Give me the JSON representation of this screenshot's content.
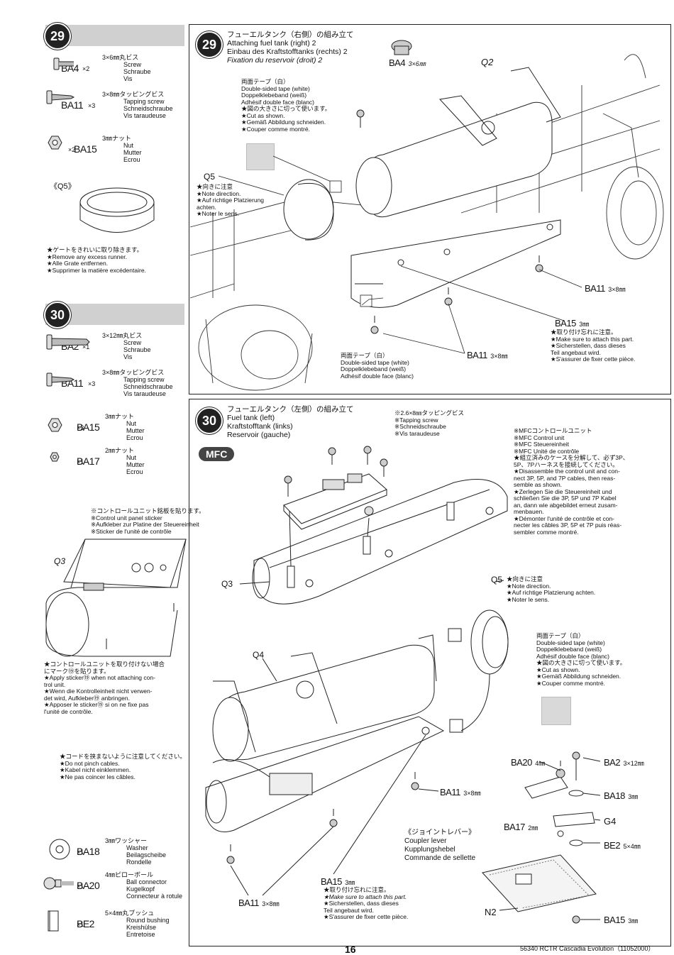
{
  "page": {
    "number": "16",
    "footer": "56340 RCTR Cascadia Evolution（11052000）"
  },
  "left29": {
    "step": "29",
    "parts": [
      {
        "code": "BA4",
        "qty": "×2",
        "spec": "3×6㎜丸ビス",
        "names": [
          "Screw",
          "Schraube",
          "Vis"
        ],
        "icon": "screw-short-icon"
      },
      {
        "code": "BA11",
        "qty": "×3",
        "spec": "3×8㎜タッピングビス",
        "names": [
          "Tapping screw",
          "Schneidschraube",
          "Vis taraudeuse"
        ],
        "icon": "tapping-screw-icon"
      },
      {
        "code": "BA15",
        "qty": "×2",
        "spec": "3㎜ナット",
        "names": [
          "Nut",
          "Mutter",
          "Ecrou"
        ],
        "icon": "nut-icon"
      }
    ],
    "q5_label": "《Q5》",
    "q5_note": [
      "★ゲートをきれいに取り除きます。",
      "★Remove any excess runner.",
      "★Alle Grate entfernen.",
      "★Supprimer la matière excédentaire."
    ]
  },
  "left30": {
    "step": "30",
    "parts": [
      {
        "code": "BA2",
        "qty": "×1",
        "spec": "3×12㎜丸ビス",
        "names": [
          "Screw",
          "Schraube",
          "Vis"
        ],
        "icon": "screw-long-icon"
      },
      {
        "code": "BA11",
        "qty": "×3",
        "spec": "3×8㎜タッピングビス",
        "names": [
          "Tapping screw",
          "Schneidschraube",
          "Vis taraudeuse"
        ],
        "icon": "tapping-screw-icon"
      },
      {
        "code": "BA15",
        "qty": "×3",
        "spec": "3㎜ナット",
        "names": [
          "Nut",
          "Mutter",
          "Ecrou"
        ],
        "icon": "nut-icon"
      },
      {
        "code": "BA17",
        "qty": "×1",
        "spec": "2㎜ナット",
        "names": [
          "Nut",
          "Mutter",
          "Ecrou"
        ],
        "icon": "small-nut-icon"
      }
    ],
    "sticker_note": [
      "※コントロールユニット銘板を貼ります。",
      "※Control unit panel sticker",
      "※Aufkleber zur Platine der Steuereinheit",
      "※Sticker de l'unité de contrôle"
    ],
    "q3": "Q3",
    "apply_note": [
      "★コントロールユニットを取り付けない場合",
      "にマーク⑲を貼ります。",
      "★Apply sticker⑲ when not attaching con-",
      "trol unit.",
      "★Wenn die Kontrolleinheit nicht verwen-",
      "det wird, Aufkleber⑲ anbringen.",
      "★Apposer le sticker⑲ si on ne fixe pas",
      "l'unité de contrôle."
    ],
    "cable_note": [
      "★コードを挟まないように注意してください。",
      "★Do not pinch cables.",
      "★Kabel nicht einklemmen.",
      "★Ne pas coincer les câbles."
    ],
    "parts2": [
      {
        "code": "BA18",
        "qty": "×1",
        "spec": "3㎜ワッシャー",
        "names": [
          "Washer",
          "Beilagscheibe",
          "Rondelle"
        ],
        "icon": "washer-icon"
      },
      {
        "code": "BA20",
        "qty": "×1",
        "spec": "4㎜ピローボール",
        "names": [
          "Ball connector",
          "Kugelkopf",
          "Connecteur à rotule"
        ],
        "icon": "ball-connector-icon"
      },
      {
        "code": "BE2",
        "qty": "×1",
        "spec": "5×4㎜丸ブッシュ",
        "names": [
          "Round bushing",
          "Kreishülse",
          "Entretoise"
        ],
        "icon": "bushing-icon"
      }
    ]
  },
  "step29": {
    "number": "29",
    "title": [
      "フューエルタンク（右側）の組み立て",
      "Attaching fuel tank (right) 2",
      "Einbau des Kraftstofftanks (rechts) 2"
    ],
    "title_fr": "Fixation du reservoir (droit) 2",
    "tape_note": [
      "両面テープ（白）",
      "Double-sided tape (white)",
      "Doppelklebeband (weiß)",
      "Adhésif double face (blanc)",
      "★図の大きさに切って使います。",
      "★Cut as shown.",
      "★Gemäß Abbildung schneiden.",
      "★Couper comme montré."
    ],
    "q5": "Q5",
    "q5_note": [
      "★向きに注意",
      "★Note direction.",
      "★Auf richtige Platzierung",
      "achten.",
      "★Noter le sens."
    ],
    "ba4": "BA4",
    "ba4_spec": "3×6㎜",
    "q2": "Q2",
    "ba11_a": "BA11",
    "ba11_a_spec": "3×8㎜",
    "ba15": "BA15",
    "ba15_spec": "3㎜",
    "ba15_note": [
      "★取り付け忘れに注意。",
      "★Make sure to attach this part.",
      "★Sicherstellen,  dass  dieses",
      "Teil angebaut wird.",
      "★S'assurer de fixer cette pièce."
    ],
    "ba11_b": "BA11",
    "ba11_b_spec": "3×8㎜",
    "tape2": [
      "両面テープ（白）",
      "Double-sided tape (white)",
      "Doppelklebeband (weiß)",
      "Adhésif double face (blanc)"
    ]
  },
  "step30": {
    "number": "30",
    "title": [
      "フューエルタンク（左側）の組み立て",
      "Fuel tank (left)",
      "Kraftstofftank (links)",
      "Reservoir (gauche)"
    ],
    "mfc": "MFC",
    "screw_note": [
      "※2.6×8㎜タッピングビス",
      "※Tapping screw",
      "※Schneidschraube",
      "※Vis taraudeuse"
    ],
    "mfc_note": [
      "※MFCコントロールユニット",
      "※MFC Control unit",
      "※MFC Steuereinheit",
      "※MFC Unité de contrôle",
      "★組立済みのケースを分解して、必ず3P、",
      "5P、7Pハーネスを接続してください。",
      "★Disassemble the control unit and con-",
      "nect 3P, 5P, and 7P cables, then reas-",
      "semble as shown.",
      "★Zerlegen  Sie  die  Steuereinheit  und",
      "schließen Sie die 3P, 5P und 7P Kabel",
      "an, dann wie abgebildet erneut zusam-",
      "menbauen.",
      "★Démonter l'unité de contrôle et con-",
      "necter les câbles 3P, 5P et 7P puis réas-",
      "sembler comme montré."
    ],
    "q3": "Q3",
    "q5": "Q5",
    "q5_note": [
      "★向きに注意",
      "★Note direction.",
      "★Auf richtige Platzierung achten.",
      "★Noter le sens."
    ],
    "q4": "Q4",
    "tape_note": [
      "両面テープ（白）",
      "Double-sided tape (white)",
      "Doppelklebeband (weiß)",
      "Adhésif double face (blanc)",
      "★図の大きさに切って使います。",
      "★Cut as shown.",
      "★Gemäß Abbildung schneiden.",
      "★Couper comme montré."
    ],
    "ba11_a": "BA11",
    "ba11_a_spec": "3×8㎜",
    "coupler": [
      "《ジョイントレバー》",
      "Coupler lever",
      "Kupplungshebel",
      "Commande de sellette"
    ],
    "ba20": "BA20",
    "ba20_spec": "4㎜",
    "ba2": "BA2",
    "ba2_spec": "3×12㎜",
    "ba18": "BA18",
    "ba18_spec": "3㎜",
    "g4": "G4",
    "ba17": "BA17",
    "ba17_spec": "2㎜",
    "be2": "BE2",
    "be2_spec": "5×4㎜",
    "n2": "N2",
    "ba15_b": "BA15",
    "ba15_b_spec": "3㎜",
    "ba15": "BA15",
    "ba15_spec": "3㎜",
    "ba15_note": [
      "★取り付け忘れに注意。",
      "★Make sure to attach this part.",
      "★Sicherstellen,  dass  dieses",
      "Teil angebaut wird.",
      "★S'assurer de fixer cette pièce."
    ],
    "ba11_b": "BA11",
    "ba11_b_spec": "3×8㎜"
  }
}
